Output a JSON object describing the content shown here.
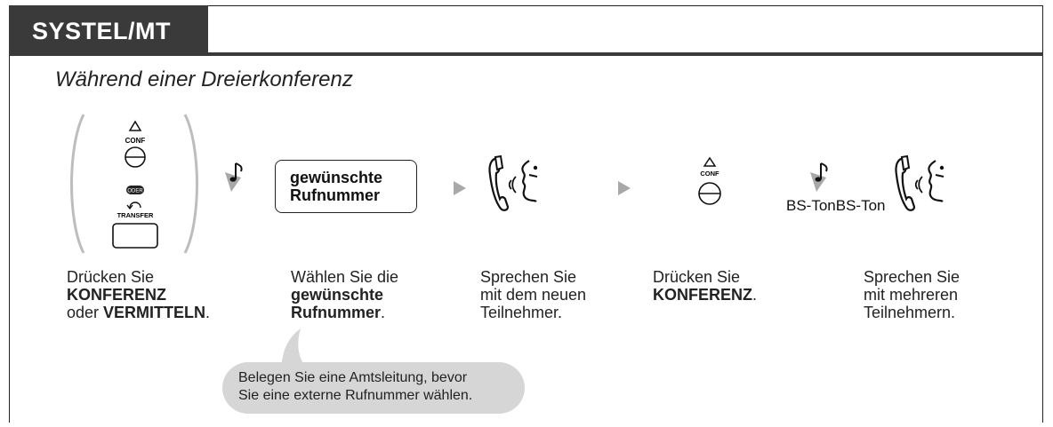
{
  "header": {
    "title": "SYSTEL/MT"
  },
  "subtitle": "Während einer Dreierkonferenz",
  "phone_keys": {
    "conf_label": "CONF",
    "oder_label": "ODER",
    "transfer_label": "TRANSFER"
  },
  "number_box": {
    "line1": "gewünschte",
    "line2": "Rufnummer"
  },
  "steps": [
    {
      "line1": "Drücken Sie",
      "line2_bold": "KONFERENZ",
      "line3_prefix": "oder ",
      "line3_bold": "VERMITTELN",
      "line3_suffix": "."
    },
    {
      "line1": "Wählen Sie die",
      "line2_bold": "gewünschte",
      "line3_bold": "Rufnummer",
      "line3_suffix": "."
    },
    {
      "line1": "Sprechen Sie",
      "line2": "mit dem neuen",
      "line3": "Teilnehmer."
    },
    {
      "line1": "Drücken Sie",
      "line2_bold": "KONFERENZ",
      "line2_suffix": "."
    },
    {
      "line1": "Sprechen Sie",
      "line2": "mit mehreren",
      "line3": "Teilnehmern."
    }
  ],
  "tone_label": "BS-TonBS-Ton",
  "note": {
    "line1": "Belegen Sie eine Amtsleitung, bevor",
    "line2": "Sie eine externe Rufnummer wählen."
  },
  "colors": {
    "header_bg": "#3a3a3a",
    "bubble_bg": "#d6d6d6",
    "arrow": "#a8a8a8"
  }
}
